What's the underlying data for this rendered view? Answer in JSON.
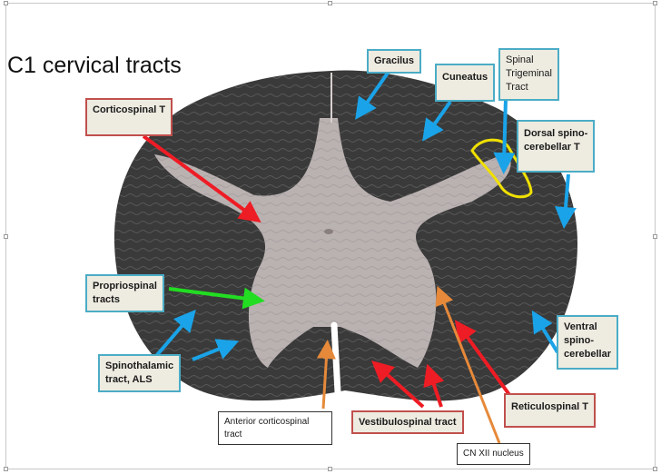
{
  "title": "C1 cervical tracts",
  "labels": {
    "gracilus": "Gracilus",
    "cuneatus": "Cuneatus",
    "spinal_trigeminal": [
      "Spinal",
      "Trigeminal",
      "Tract"
    ],
    "corticospinal": "Corticospinal T",
    "dorsal_spinocerebellar": [
      "Dorsal spino-",
      "cerebellar T"
    ],
    "propriospinal": [
      "Propriospinal",
      "tracts"
    ],
    "ventral_spinocerebellar": [
      "Ventral",
      "spino-",
      "cerebellar"
    ],
    "spinothalamic": [
      "Spinothalamic",
      "tract, ALS"
    ],
    "reticulospinal": "Reticulospinal T",
    "anterior_corticospinal": [
      "Anterior corticospinal",
      "tract"
    ],
    "vestibulospinal": "Vestibulospinal tract",
    "cn12": "CN XII nucleus"
  },
  "colors": {
    "blue_arrow": "#1aa3e8",
    "red_arrow": "#ee1c24",
    "green_arrow": "#22dd22",
    "orange_arrow": "#e6893a",
    "yellow_outline": "#f0e000",
    "white_matter": "#3a3a3a",
    "gray_matter": "#c6bcbc"
  }
}
